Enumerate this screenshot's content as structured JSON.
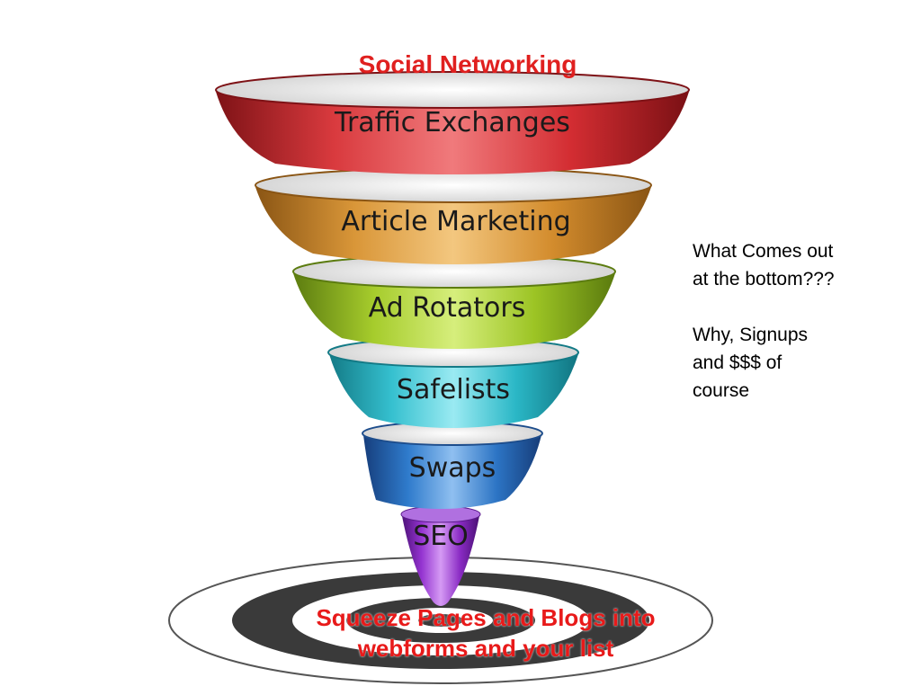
{
  "title": "Social Networking",
  "funnel_layers": [
    {
      "label": "Traffic Exchanges",
      "color": "#c8272c",
      "icon": "funnel-tier-red"
    },
    {
      "label": "Article Marketing",
      "color": "#d89235",
      "icon": "funnel-tier-orange"
    },
    {
      "label": "Ad Rotators",
      "color": "#9cc424",
      "icon": "funnel-tier-green"
    },
    {
      "label": "Safelists",
      "color": "#2ab7c6",
      "icon": "funnel-tier-teal"
    },
    {
      "label": "Swaps",
      "color": "#2c74c4",
      "icon": "funnel-tier-blue"
    },
    {
      "label": "SEO",
      "color": "#8a2bc4",
      "icon": "funnel-tier-purple"
    }
  ],
  "side_note": {
    "line1": "What Comes out",
    "line2": "at the bottom???",
    "line3": "Why, Signups",
    "line4": "and $$$ of",
    "line5": "course"
  },
  "bottom_caption": {
    "line1": "Squeeze Pages and Blogs into",
    "line2": "webforms and your list"
  },
  "colors": {
    "title_red": "#e0201f",
    "caption_red": "#e81a1a",
    "target_dark": "#3a3a3a"
  }
}
